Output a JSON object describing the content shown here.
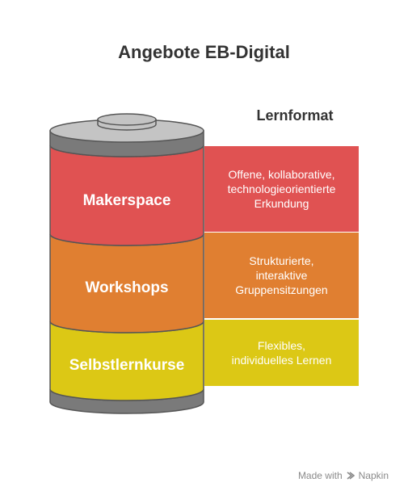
{
  "title": "Angebote EB-Digital",
  "column_heading": "Lernformat",
  "segments": [
    {
      "label": "Makerspace",
      "description": [
        "Offene, kollaborative,",
        "technologieorientierte",
        "Erkundung"
      ],
      "color": "#e05252",
      "box_color": "#e05252"
    },
    {
      "label": "Workshops",
      "description": [
        "Strukturierte,",
        "interaktive",
        "Gruppensitzungen"
      ],
      "color": "#e07f31",
      "box_color": "#e07f31"
    },
    {
      "label": "Selbstlernkurse",
      "description": [
        "Flexibles,",
        "individuelles Lernen"
      ],
      "color": "#dcc815",
      "box_color": "#dcc815"
    }
  ],
  "cylinder": {
    "cap_color": "#7a7a7a",
    "cap_top_color": "#c4c4c4",
    "stroke_color": "#555555"
  },
  "footer": {
    "made_with": "Made with",
    "brand": "Napkin",
    "icon": "napkin-icon"
  }
}
